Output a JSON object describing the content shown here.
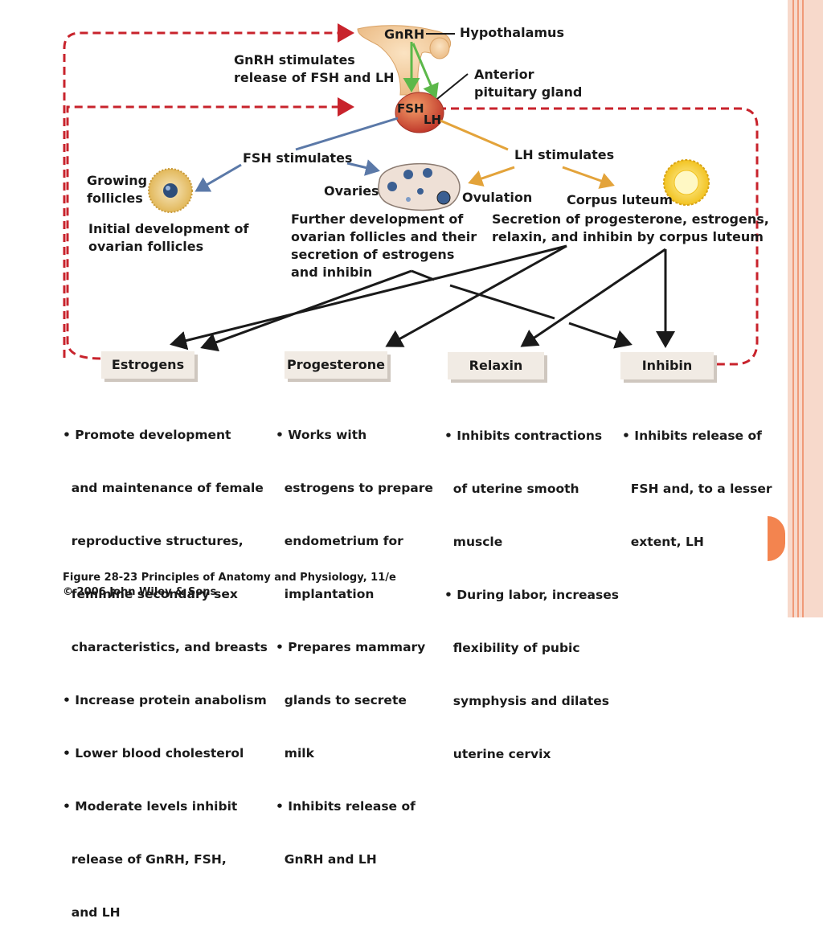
{
  "labels": {
    "gnrh": "GnRH",
    "hypothalamus": "Hypothalamus",
    "gnrh_stim_1": "GnRH stimulates",
    "gnrh_stim_2": "release of FSH and LH",
    "anterior_1": "Anterior",
    "anterior_2": "pituitary gland",
    "fsh": "FSH",
    "lh": "LH",
    "fsh_stimulates": "FSH stimulates",
    "lh_stimulates": "LH stimulates",
    "growing_1": "Growing",
    "growing_2": "follicles",
    "ovaries": "Ovaries",
    "ovulation": "Ovulation",
    "corpus_luteum": "Corpus luteum",
    "initial_1": "Initial development of",
    "initial_2": "ovarian follicles",
    "further_1": "Further development of",
    "further_2": "ovarian follicles and their",
    "further_3": "secretion of estrogens",
    "further_4": "and inhibin",
    "secretion_1": "Secretion of progesterone, estrogens,",
    "secretion_2": "relaxin, and inhibin by corpus luteum"
  },
  "hormones": {
    "estrogens": {
      "title": "Estrogens",
      "lines": [
        "• Promote development",
        "  and maintenance of female",
        "  reproductive structures,",
        "  feminine secondary sex",
        "  characteristics, and breasts",
        "• Increase protein anabolism",
        "• Lower blood cholesterol",
        "• Moderate levels inhibit",
        "  release of GnRH, FSH,",
        "  and LH"
      ]
    },
    "progesterone": {
      "title": "Progesterone",
      "lines": [
        "• Works with",
        "  estrogens to prepare",
        "  endometrium for",
        "  implantation",
        "• Prepares mammary",
        "  glands to secrete",
        "  milk",
        "• Inhibits release of",
        "  GnRH and LH"
      ]
    },
    "relaxin": {
      "title": "Relaxin",
      "lines": [
        "• Inhibits contractions",
        "  of uterine smooth",
        "  muscle",
        "• During labor, increases",
        "  flexibility of pubic",
        "  symphysis and dilates",
        "  uterine cervix"
      ]
    },
    "inhibin": {
      "title": "Inhibin",
      "lines": [
        "• Inhibits release of",
        "  FSH and, to a lesser",
        "  extent, LH"
      ]
    }
  },
  "caption": {
    "line1": "Figure 28-23  Principles of Anatomy and Physiology, 11/e",
    "line2": "© 2006 John Wiley & Sons"
  },
  "colors": {
    "feedback_dashed": "#c8232c",
    "fsh_arrow": "#5b79a8",
    "lh_arrow": "#e3a33a",
    "gnrh_arrow": "#5cb84a",
    "box_fill": "#f1ebe4",
    "slide_accent": "#f3844f"
  }
}
